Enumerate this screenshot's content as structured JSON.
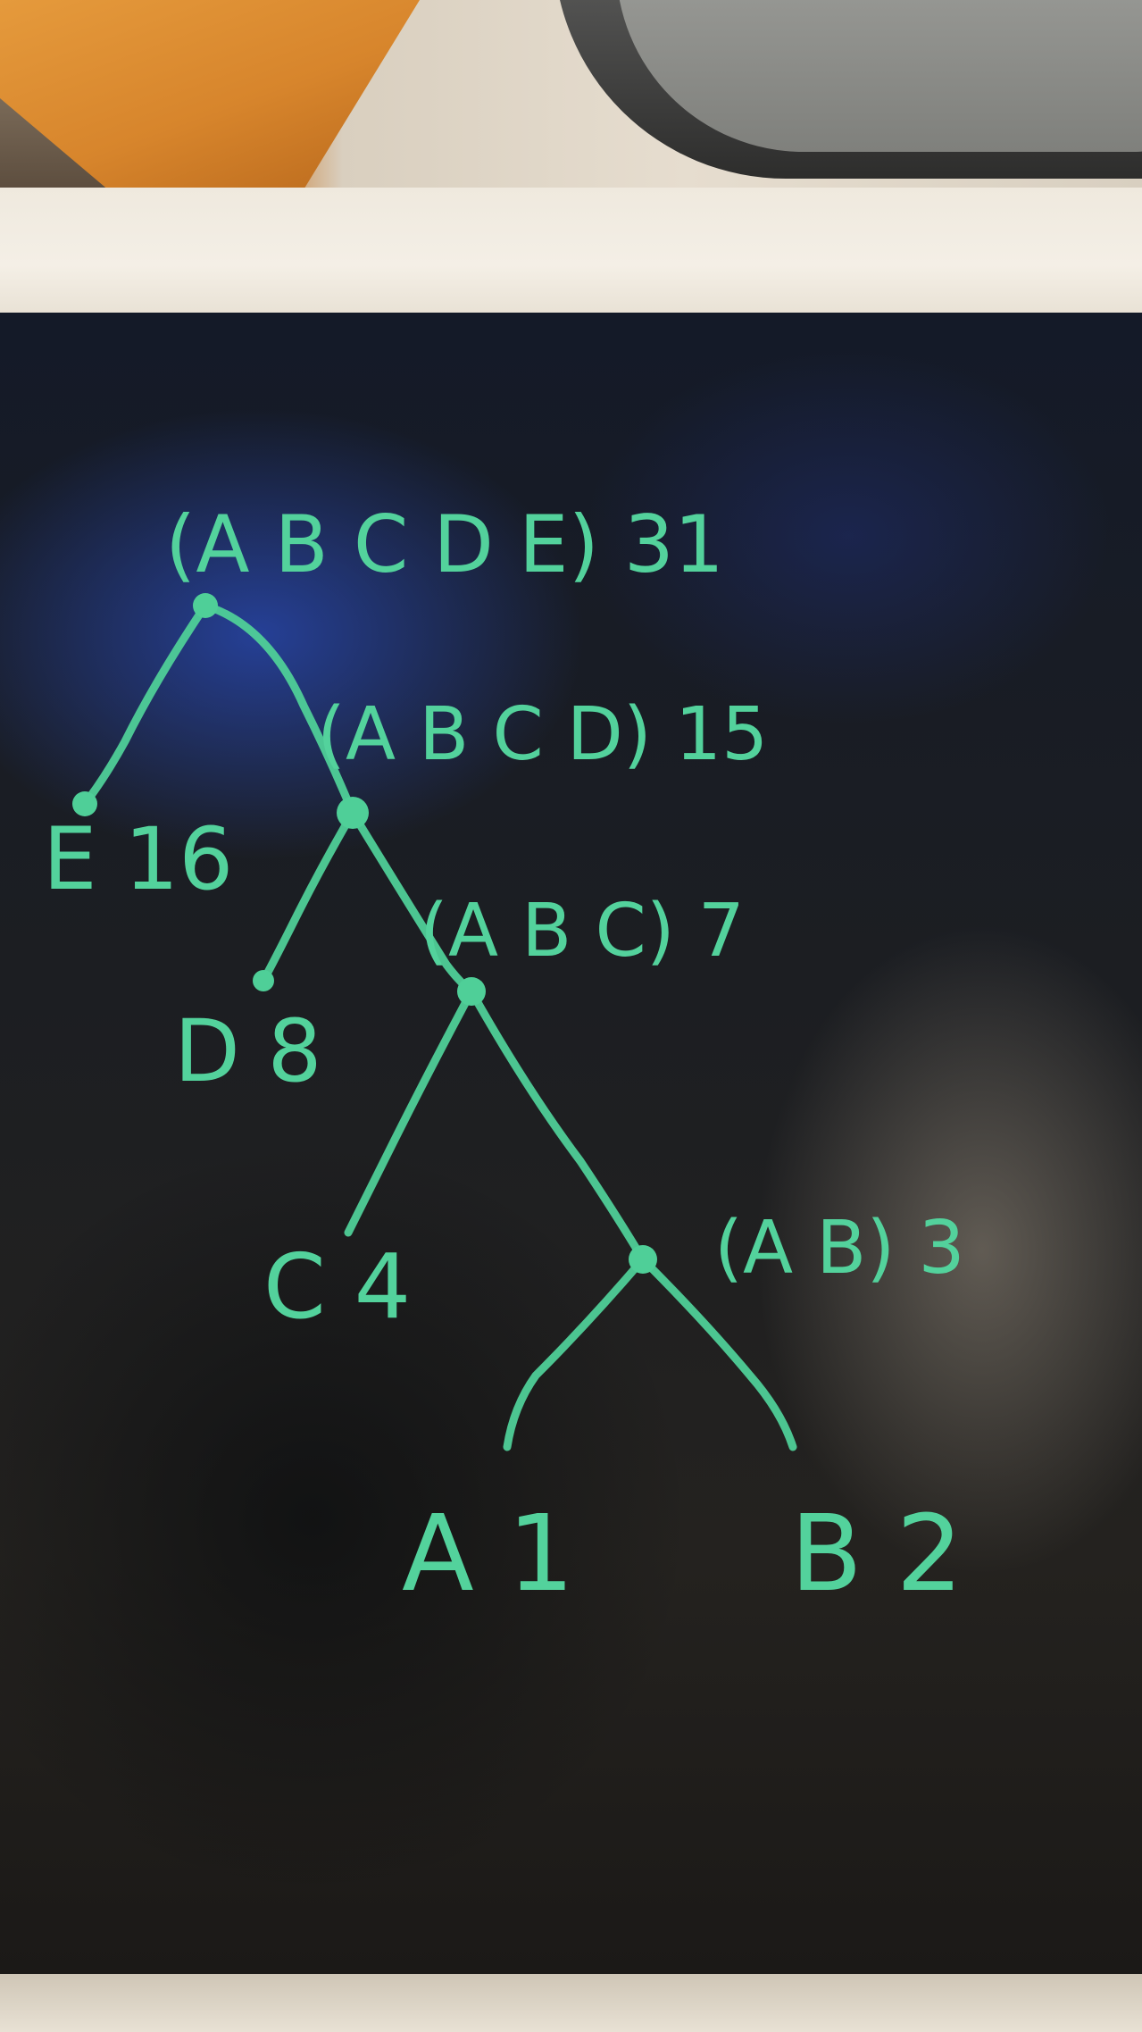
{
  "labels": {
    "root": "(A B C D E) 31",
    "abcd": "(A B C D) 15",
    "abc": "(A B C) 7",
    "ab": "(A B) 3",
    "e": "E 16",
    "d": "D 8",
    "c": "C 4",
    "a": "A 1",
    "b": "B 2"
  },
  "colors": {
    "chalk": "#4fcf98",
    "board": "#1c1e22"
  }
}
